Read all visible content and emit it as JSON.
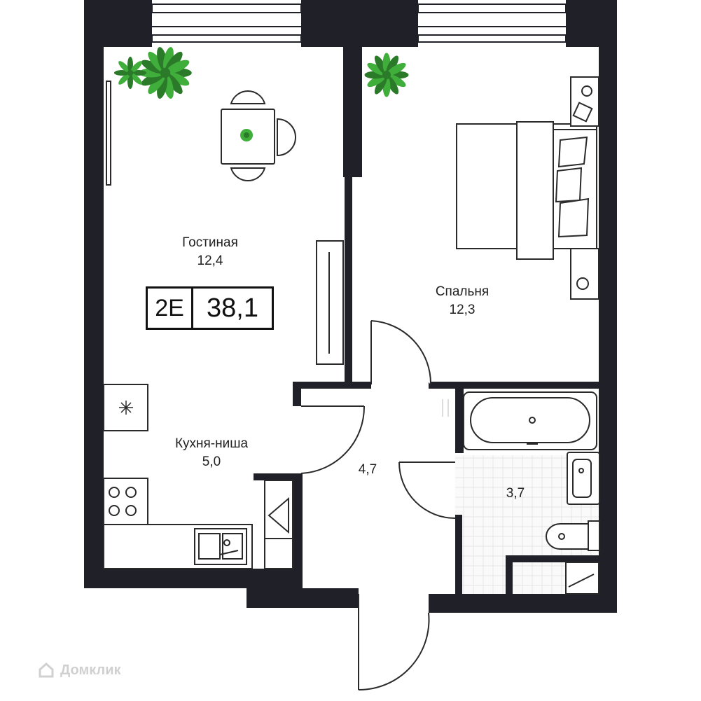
{
  "colors": {
    "wall": "#1f2028",
    "line": "#2a2a2a",
    "plant": "#3fae3a",
    "plant_dark": "#2b7a2a",
    "tile": "#e8e8e8"
  },
  "rooms": {
    "living": {
      "name": "Гостиная",
      "area": "12,4"
    },
    "bedroom": {
      "name": "Спальня",
      "area": "12,3"
    },
    "kitchen": {
      "name": "Кухня-ниша",
      "area": "5,0"
    },
    "hall": {
      "area": "4,7"
    },
    "bathroom": {
      "area": "3,7"
    }
  },
  "badge": {
    "code": "2E",
    "total_area": "38,1"
  },
  "watermark": {
    "text": "Домклик",
    "icon": "house-logo-icon"
  }
}
